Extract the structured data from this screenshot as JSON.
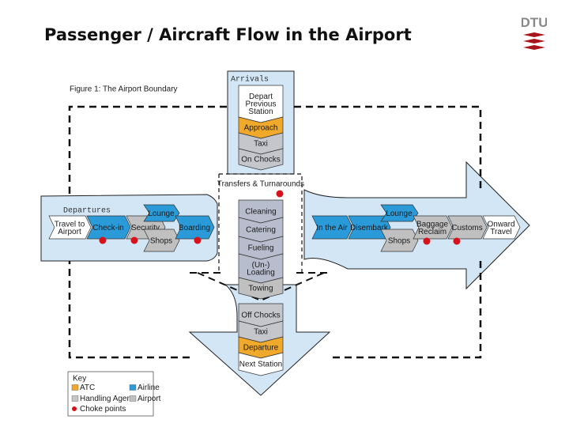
{
  "title": "Passenger / Aircraft Flow in the Airport",
  "logo": "DTU",
  "figure_caption": "Figure 1: The Airport Boundary",
  "arrivals": {
    "label": "Arrivals",
    "steps": [
      {
        "label": "Depart\nPrevious\nStation",
        "owner": "none"
      },
      {
        "label": "Approach",
        "owner": "ATC"
      },
      {
        "label": "Taxi",
        "owner": "Handling Agent"
      },
      {
        "label": "On Chocks",
        "owner": "Handling Agent"
      }
    ]
  },
  "transfers": {
    "label": "Transfers & Turnarounds",
    "choke_point": true,
    "steps": [
      {
        "label": "Cleaning"
      },
      {
        "label": "Catering"
      },
      {
        "label": "Fueling"
      },
      {
        "label": "(Un-)\nLoading"
      },
      {
        "label": "Towing"
      }
    ]
  },
  "departures": {
    "label": "Departures",
    "steps": [
      {
        "label": "Travel to\nAirport",
        "owner": "none"
      },
      {
        "label": "Check-in",
        "owner": "Airline",
        "choke_point": true
      },
      {
        "label": "Security",
        "owner": "Airport",
        "choke_point": true
      },
      {
        "label": "Lounge",
        "owner": "Airline"
      },
      {
        "label": "Shops",
        "owner": "Airport"
      },
      {
        "label": "Boarding",
        "owner": "Airline",
        "choke_point": true
      }
    ]
  },
  "arrival_flow": {
    "steps": [
      {
        "label": "In the Air",
        "owner": "Airline"
      },
      {
        "label": "Disembark",
        "owner": "Airline"
      },
      {
        "label": "Lounge",
        "owner": "Airline"
      },
      {
        "label": "Shops",
        "owner": "Airport"
      },
      {
        "label": "Baggage\nReclaim",
        "owner": "Airport",
        "choke_point": true
      },
      {
        "label": "Customs",
        "owner": "Airport",
        "choke_point": true
      },
      {
        "label": "Onward\nTravel",
        "owner": "none"
      }
    ]
  },
  "departure_flow": {
    "steps": [
      {
        "label": "Off Chocks",
        "owner": "Handling Agent"
      },
      {
        "label": "Taxi",
        "owner": "Handling Agent"
      },
      {
        "label": "Departure",
        "owner": "ATC"
      },
      {
        "label": "Next Station",
        "owner": "none"
      }
    ]
  },
  "key": {
    "title": "Key",
    "items": [
      {
        "label": "ATC",
        "color": "#f0a92a"
      },
      {
        "label": "Airline",
        "color": "#2a9ad8"
      },
      {
        "label": "Handling Agent",
        "color": "#c4c6cc"
      },
      {
        "label": "Airport",
        "color": "#c0c0c0"
      },
      {
        "label": "Choke points",
        "color": "#d8121a"
      }
    ]
  },
  "colors": {
    "panel": "#d2e6f6",
    "atc": "#f0a92a",
    "airline": "#2a9ad8",
    "handling": "#c4c6cc",
    "airport": "#c0c0c0",
    "transfer": "#b7bdcc",
    "choke": "#d8121a",
    "logo": "#a8151b"
  }
}
